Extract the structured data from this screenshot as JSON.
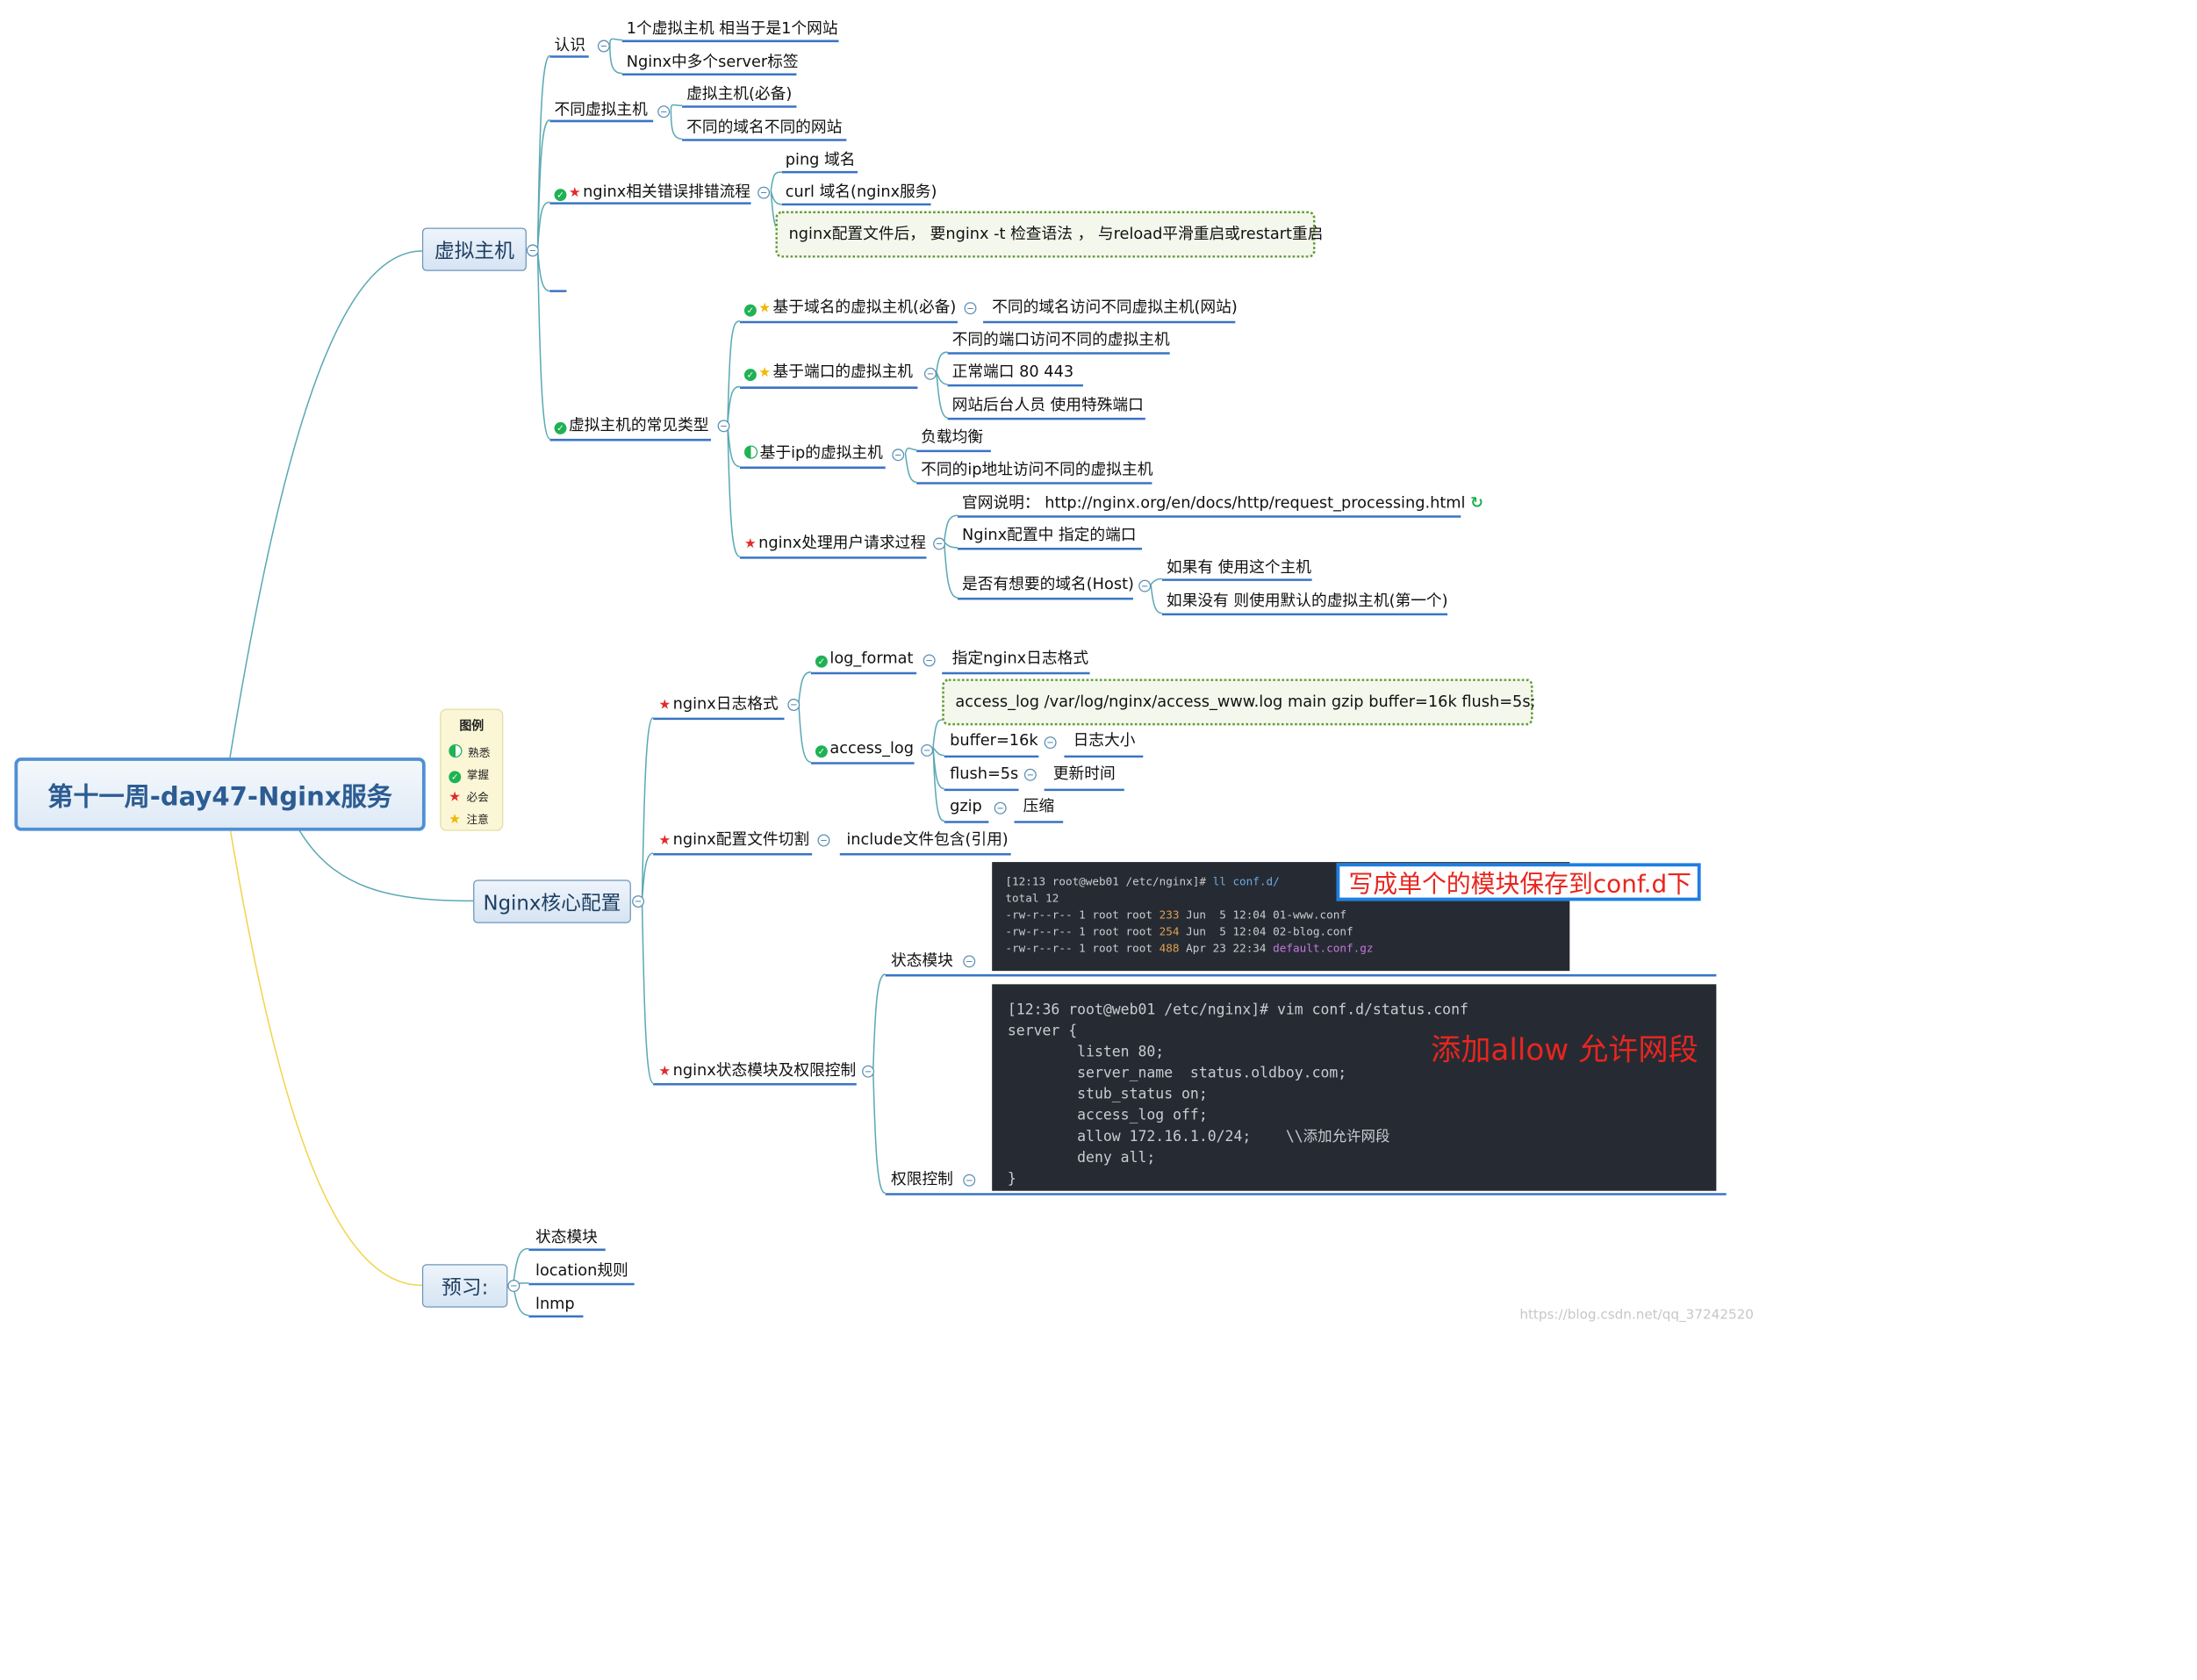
{
  "root": {
    "title": "第十一周-day47-Nginx服务"
  },
  "legend": {
    "title": "图例",
    "items": [
      {
        "icon": "half-circle-icon",
        "label": "熟悉"
      },
      {
        "icon": "check-icon",
        "label": "掌握"
      },
      {
        "icon": "red-star-icon",
        "label": "必会"
      },
      {
        "icon": "yellow-star-icon",
        "label": "注意"
      }
    ]
  },
  "vhost": {
    "title": "虚拟主机",
    "renshi": {
      "label": "认识",
      "items": [
        "1个虚拟主机 相当于是1个网站",
        "Nginx中多个server标签"
      ]
    },
    "diff": {
      "label": "不同虚拟主机",
      "items": [
        "虚拟主机(必备)",
        "不同的域名不同的网站"
      ]
    },
    "trouble": {
      "label": "nginx相关错误排错流程",
      "items": [
        "ping 域名",
        "curl 域名(nginx服务)"
      ],
      "note": "nginx配置文件后， 要nginx -t 检查语法 ， 与reload平滑重启或restart重启"
    },
    "types": {
      "label": "虚拟主机的常见类型",
      "domain": {
        "label": "基于域名的虚拟主机(必备)",
        "child": "不同的域名访问不同虚拟主机(网站)"
      },
      "port": {
        "label": "基于端口的虚拟主机",
        "items": [
          "不同的端口访问不同的虚拟主机",
          "正常端口    80 443",
          "网站后台人员 使用特殊端口"
        ]
      },
      "ip": {
        "label": "基于ip的虚拟主机",
        "items": [
          "负载均衡",
          "不同的ip地址访问不同的虚拟主机"
        ]
      },
      "process": {
        "label": "nginx处理用户请求过程",
        "official": "官网说明：  http://nginx.org/en/docs/http/request_processing.html",
        "port": "Nginx配置中  指定的端口",
        "host": {
          "label": "是否有想要的域名(Host)",
          "items": [
            "如果有 使用这个主机",
            "如果没有 则使用默认的虚拟主机(第一个)"
          ]
        }
      }
    }
  },
  "core": {
    "title": "Nginx核心配置",
    "log": {
      "label": "nginx日志格式",
      "log_format": {
        "label": "log_format",
        "child": "指定nginx日志格式"
      },
      "access_log": {
        "label": "access_log",
        "note": "access_log  /var/log/nginx/access_www.log  main gzip buffer=16k flush=5s;",
        "buffer": {
          "label": "buffer=16k",
          "child": "日志大小"
        },
        "flush": {
          "label": "flush=5s",
          "child": "更新时间"
        },
        "gzip": {
          "label": "gzip",
          "child": "压缩"
        }
      }
    },
    "split": {
      "label": "nginx配置文件切割",
      "child": "include文件包含(引用)"
    },
    "status": {
      "label": "nginx状态模块及权限控制",
      "module": "状态模块",
      "access": "权限控制"
    }
  },
  "term1": {
    "prompt": "[12:13 root@web01 /etc/nginx]# ",
    "cmd": "ll conf.d/",
    "total": "total 12",
    "rows": [
      {
        "meta": "-rw-r--r-- 1 root root ",
        "size": "233",
        "date": " Jun  5 12:04 ",
        "name": "01-www.conf"
      },
      {
        "meta": "-rw-r--r-- 1 root root ",
        "size": "254",
        "date": " Jun  5 12:04 ",
        "name": "02-blog.conf"
      },
      {
        "meta": "-rw-r--r-- 1 root root ",
        "size": "488",
        "date": " Apr 23 22:34 ",
        "name": "default.conf.gz"
      }
    ],
    "callout": "写成单个的模块保存到conf.d下"
  },
  "term2": {
    "lines": [
      "[12:36 root@web01 /etc/nginx]# vim conf.d/status.conf",
      "server {",
      "        listen 80;",
      "        server_name  status.oldboy.com;",
      "        stub_status on;",
      "        access_log off;",
      "        allow 172.16.1.0/24;    \\\\添加允许网段",
      "        deny all;",
      "}"
    ],
    "callout": "添加allow 允许网段"
  },
  "preview": {
    "title": "预习:",
    "items": [
      "状态模块",
      "location规则",
      "lnmp"
    ]
  },
  "watermark": "https://blog.csdn.net/qq_37242520",
  "colors": {
    "teal": "#5aa9b4",
    "yellow": "#f2d44a",
    "underline": "#3a74c4",
    "root_border": "#4f8fd4"
  }
}
